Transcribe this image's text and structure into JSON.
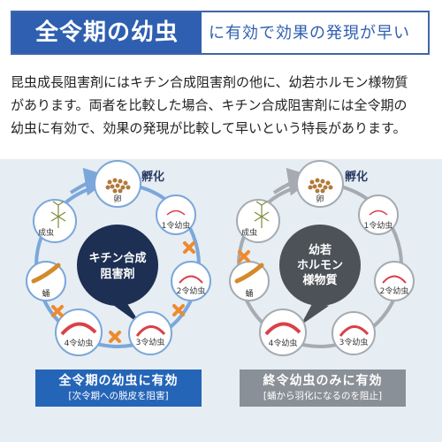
{
  "header": {
    "title_main": "全令期の幼虫",
    "title_sub": "に有効で効果の発現が早い"
  },
  "description": [
    "昆虫成長阻害剤にはキチン合成阻害剤の他に、幼若ホルモン様物質",
    "があります。両者を比較した場合、キチン合成阻害剤には全令期の",
    "幼虫に有効で、効果の発現が比較して早いという特長があります。"
  ],
  "cycle_left": {
    "center_lines": [
      "キチン合成",
      "阻害剤"
    ],
    "hatch_label": "孵化",
    "stages": [
      "卵",
      "1令幼虫",
      "2令幼虫",
      "3令幼虫",
      "4令幼虫",
      "蛹",
      "成虫"
    ],
    "badge_title": "全令期の幼虫に有効",
    "badge_sub": "[次令期への脱皮を阻害]"
  },
  "cycle_right": {
    "center_lines": [
      "幼若",
      "ホルモン",
      "様物質"
    ],
    "hatch_label": "孵化",
    "stages": [
      "卵",
      "1令幼虫",
      "2令幼虫",
      "3令幼虫",
      "4令幼虫",
      "蛹",
      "成虫"
    ],
    "badge_title": "終令幼虫のみに有効",
    "badge_sub": "[蛹から羽化になるのを阻止]"
  },
  "colors": {
    "brand_blue": "#2f5fb0",
    "cross_orange": "#ee8a2c",
    "panel_bg": "#e6edf3",
    "gray_center": "#4d5258",
    "blue_center": "#1d2f52"
  }
}
